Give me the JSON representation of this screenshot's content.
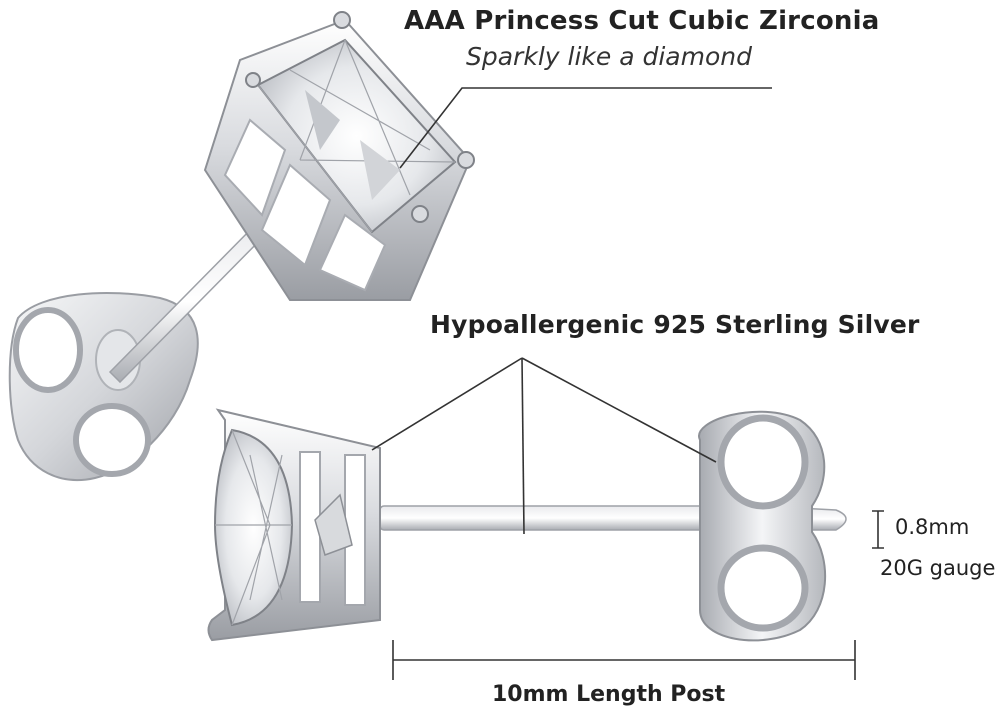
{
  "annotations": {
    "stone_title": "AAA Princess Cut Cubic Zirconia",
    "stone_subtitle": "Sparkly like a diamond",
    "metal_title": "Hypoallergenic 925 Sterling Silver",
    "post_diameter": "0.8mm",
    "post_gauge": "20G gauge",
    "post_length": "10mm Length Post"
  },
  "colors": {
    "background": "#ffffff",
    "silver_light": "#f2f3f5",
    "silver_mid": "#c9ccd1",
    "silver_dark": "#8d9096",
    "line": "#333333"
  }
}
